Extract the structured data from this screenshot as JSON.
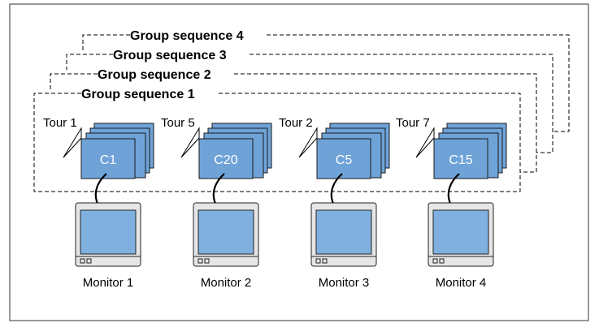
{
  "groups": [
    {
      "label": "Group sequence 4"
    },
    {
      "label": "Group sequence 3"
    },
    {
      "label": "Group sequence 2"
    },
    {
      "label": "Group sequence 1"
    }
  ],
  "tours": [
    {
      "tour": "Tour 1",
      "camera": "C1",
      "monitor": "Monitor 1"
    },
    {
      "tour": "Tour 5",
      "camera": "C20",
      "monitor": "Monitor 2"
    },
    {
      "tour": "Tour 2",
      "camera": "C5",
      "monitor": "Monitor 3"
    },
    {
      "tour": "Tour 7",
      "camera": "C15",
      "monitor": "Monitor 4"
    }
  ],
  "colors": {
    "card_fill": "#6fa3d8",
    "card_stroke": "#1a1a1a",
    "screen_fill": "#7fb0e0",
    "monitor_body": "#e6e6e6",
    "monitor_stroke": "#222222"
  }
}
